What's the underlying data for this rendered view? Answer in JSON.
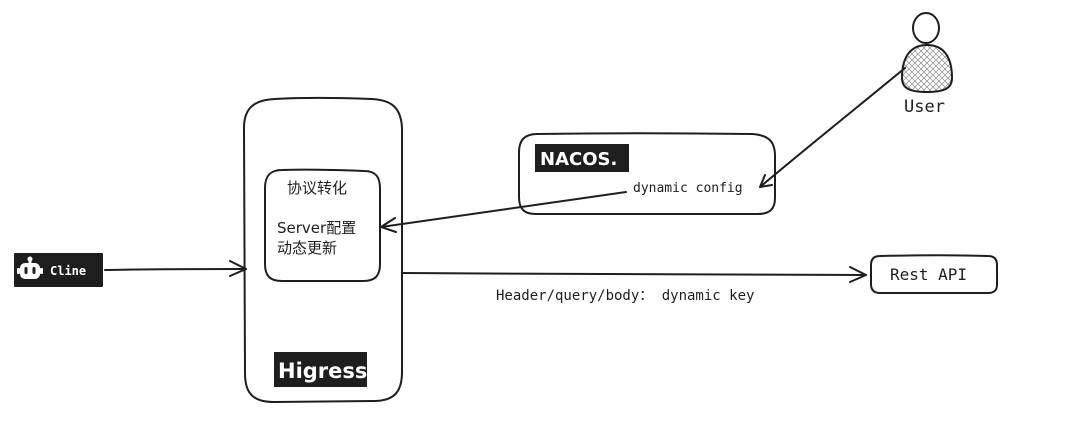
{
  "cline": {
    "label": "Cline"
  },
  "higress": {
    "inner_title": "协议转化",
    "inner_line1": "Server配置",
    "inner_line2": "动态更新",
    "logo": "Higress"
  },
  "nacos": {
    "logo": "NACOS.",
    "caption": "dynamic config"
  },
  "user": {
    "label": "User"
  },
  "rest_api": {
    "label": "Rest API"
  },
  "edge_labels": {
    "higress_to_rest": "Header/query/body： dynamic key"
  },
  "colors": {
    "stroke": "#1e1e1e",
    "logo_bg": "#1e1e1e",
    "logo_text": "#ffffff",
    "user_fill": "#e4e4e4"
  },
  "icons": {
    "cline": "robot-icon",
    "user": "person-icon"
  }
}
